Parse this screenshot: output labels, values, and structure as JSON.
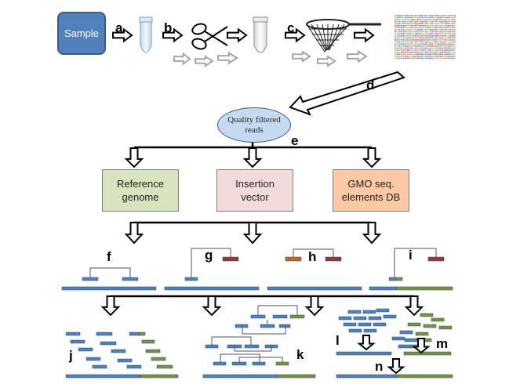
{
  "nodes": {
    "sample": "Sample",
    "quality_reads": "Quality filtered reads",
    "reference_genome": "Reference genome",
    "insertion_vector": "Insertion vector",
    "gmo_db": "GMO seq. elements DB"
  },
  "step_labels": {
    "a": "a",
    "b": "b",
    "c": "c",
    "d": "d",
    "e": "e",
    "f": "f",
    "g": "g",
    "h": "h",
    "i": "i",
    "j": "j",
    "k": "k",
    "l": "l",
    "m": "m",
    "n": "n"
  },
  "colors": {
    "sample_fill": "#4f81bd",
    "read_blue": "#4f81bd",
    "read_green": "#77933c",
    "vector_red": "#953735",
    "vector_orange": "#c0504d",
    "ellipse_fill": "#c6d9f1",
    "reference_fill": "#d7e4bd",
    "insertion_fill": "#f2dcdb",
    "gmo_fill": "#fbc9a3"
  },
  "icons": [
    "tube-icon",
    "scissors-icon",
    "tube-icon",
    "sieve-icon",
    "sequence-reads-icon"
  ]
}
